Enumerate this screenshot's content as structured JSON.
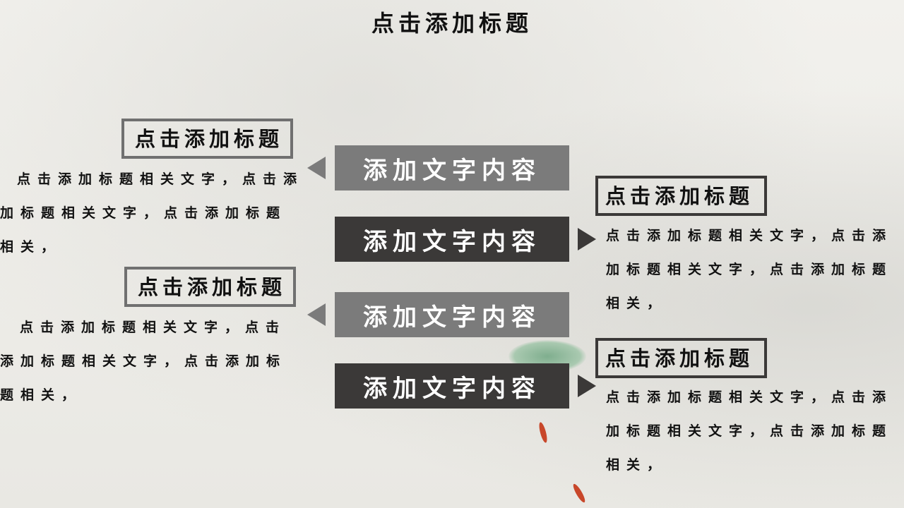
{
  "title": "点击添加标题",
  "bars": [
    "添加文字内容",
    "添加文字内容",
    "添加文字内容",
    "添加文字内容"
  ],
  "items": [
    {
      "heading": "点击添加标题",
      "text": "点击添加标题相关文字，点击添加标题相关文字，点击添加标题相关，"
    },
    {
      "heading": "点击添加标题",
      "text": "点击添加标题相关文字，点击添加标题相关文字，点击添加标题相关，"
    },
    {
      "heading": "点击添加标题",
      "text": "点击添加标题相关文字，点击添加标题相关文字，点击添加标题相关，"
    },
    {
      "heading": "点击添加标题",
      "text": "点击添加标题相关文字，点击添加标题相关文字，点击添加标题相关，"
    }
  ],
  "colors": {
    "bar_light": "#7b7b7b",
    "bar_dark": "#3b3938",
    "background": "#eeede8"
  }
}
